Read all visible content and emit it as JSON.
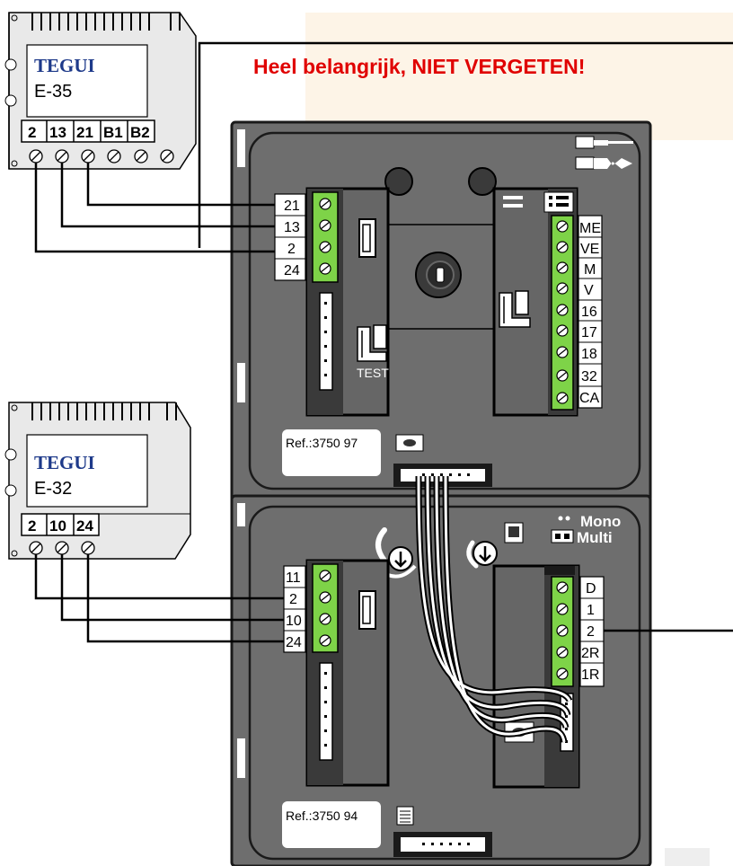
{
  "warning": {
    "text": "Heel belangrijk, NIET VERGETEN!",
    "bg": "#fdf4e7",
    "color": "#e00000"
  },
  "colors": {
    "panel": "#6e6e6e",
    "panel_edge": "#1a1a1a",
    "terminal_green": "#7ed348",
    "brand": "#1e3a8a"
  },
  "supply_top": {
    "brand": "TEGUI",
    "model": "E-35",
    "terminals": [
      "2",
      "13",
      "21",
      "B1",
      "B2"
    ]
  },
  "supply_bottom": {
    "brand": "TEGUI",
    "model": "E-32",
    "terminals": [
      "2",
      "10",
      "24"
    ]
  },
  "top_module": {
    "left_terminals": [
      "21",
      "13",
      "2",
      "24"
    ],
    "right_terminals": [
      "ME",
      "VE",
      "M",
      "V",
      "16",
      "17",
      "18",
      "32",
      "CA"
    ],
    "test_label": "TEST",
    "ref": "Ref.:3750 97",
    "icons": [
      "cable-plug-icon",
      "coax-plug-icon",
      "key-lock-icon",
      "camera-icon"
    ]
  },
  "bottom_module": {
    "left_terminals": [
      "11",
      "2",
      "10",
      "24"
    ],
    "right_terminals": [
      "D",
      "1",
      "2",
      "2R",
      "1R"
    ],
    "mode_labels": [
      "Mono",
      "Multi"
    ],
    "ref": "Ref.:3750 94",
    "icons": [
      "handset-icon",
      "speaker-icon",
      "menu-icon"
    ]
  }
}
